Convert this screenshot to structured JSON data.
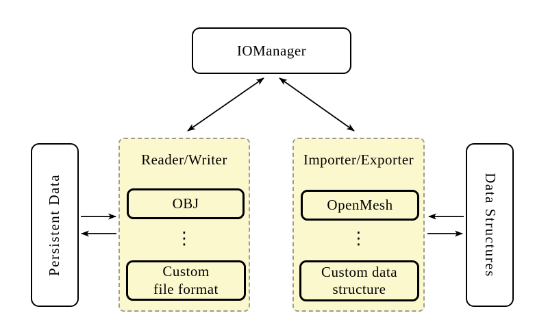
{
  "colors": {
    "group_fill": "#FCF8CE",
    "group_border": "#9B9B9B",
    "node_fill": "#FFFFFF",
    "line": "#000000"
  },
  "nodes": {
    "iomanager": {
      "label": "IOManager"
    },
    "persistent_data": {
      "label": "Persistent Data"
    },
    "data_structures": {
      "label": "Data Structures"
    }
  },
  "groups": {
    "reader_writer": {
      "title": "Reader/Writer",
      "items": {
        "first": {
          "label": "OBJ"
        },
        "dots": "⋮",
        "last": {
          "line1": "Custom",
          "line2": "file format"
        }
      }
    },
    "importer_exporter": {
      "title": "Importer/Exporter",
      "items": {
        "first": {
          "label": "OpenMesh"
        },
        "dots": "⋮",
        "last": {
          "line1": "Custom data",
          "line2": "structure"
        }
      }
    }
  },
  "connections": [
    {
      "from": "IOManager",
      "to": "Reader/Writer",
      "type": "bidirectional"
    },
    {
      "from": "IOManager",
      "to": "Importer/Exporter",
      "type": "bidirectional"
    },
    {
      "from": "Persistent Data",
      "to": "Reader/Writer",
      "type": "one-way"
    },
    {
      "from": "Reader/Writer",
      "to": "Persistent Data",
      "type": "one-way"
    },
    {
      "from": "Data Structures",
      "to": "Importer/Exporter",
      "type": "one-way"
    },
    {
      "from": "Importer/Exporter",
      "to": "Data Structures",
      "type": "one-way"
    }
  ]
}
